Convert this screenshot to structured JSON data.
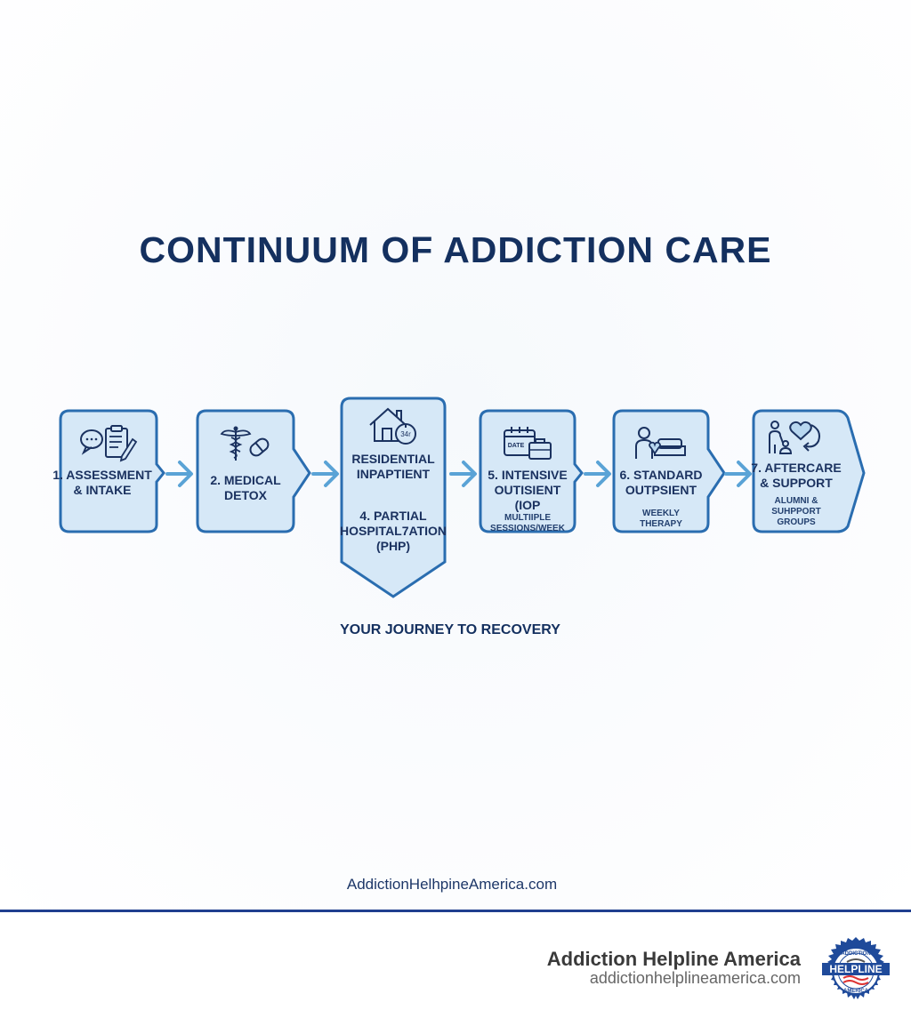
{
  "title": "CONTINUUM OF ADDICTION CARE",
  "colors": {
    "title": "#14305f",
    "box_fill": "#d6e8f7",
    "box_stroke": "#2a6db0",
    "arrow": "#5aa3d6",
    "divider": "#203f8f"
  },
  "steps": [
    {
      "label_line1": "1. ASSESSMENT",
      "label_line2": "& INTAKE",
      "sub": "",
      "icon": "speech-bubble-clipboard-icon"
    },
    {
      "label_line1": "2. MEDICAL",
      "label_line2": "DETOX",
      "sub": "",
      "icon": "caduceus-pill-icon"
    },
    {
      "label_line1": "RESIDENTIAL",
      "label_line2": "INPAPTIENT",
      "label_line3": "4. PARTIAL",
      "label_line4": "HOSPITAL7ATION",
      "label_line5": "(PHP)",
      "icon": "house-clock-icon",
      "icon_text": "34r"
    },
    {
      "label_line1": "5. INTENSIVE",
      "label_line2": "OUTISIENT",
      "label_line3": "(IOP",
      "sub_line1": "MULTIIPLE",
      "sub_line2": "SESSIONS/WEEK",
      "icon": "calendar-briefcase-icon",
      "icon_text": "DATE"
    },
    {
      "label_line1": "6. STANDARD",
      "label_line2": "OUTPSIENT",
      "sub_line1": "WEEKLY",
      "sub_line2": "THERAPY",
      "icon": "person-couch-heart-icon"
    },
    {
      "label_line1": "7. AFTERCARE",
      "label_line2": "& SUPPORT",
      "sub_line1": "ALUMNI &",
      "sub_line2": "SUHPPORT",
      "sub_line3": "GROUPS",
      "icon": "people-heart-cycle-icon"
    }
  ],
  "journey_label": "YOUR JOURNEY TO RECOVERY",
  "footer": {
    "site_url": "AddictionHelhpineAmerica.com",
    "brand_name": "Addiction Helpline America",
    "brand_url": "addictionhelplineamerica.com",
    "seal": {
      "top": "ADDICTION",
      "middle": "HELPLINE",
      "bottom": "AMERICA"
    }
  }
}
